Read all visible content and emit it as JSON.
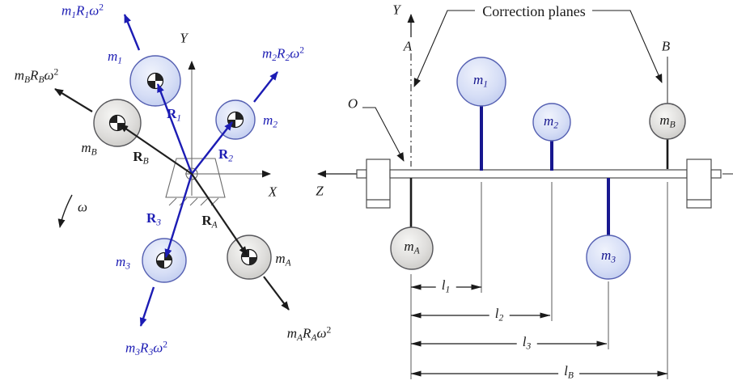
{
  "colors": {
    "accent_blue": "#1c1cb4",
    "stem_blue": "#17178f",
    "ink_black": "#1a1a1a",
    "ball_blue_fill": "#cdd7f4",
    "ball_blue_edge": "#5560b2",
    "ball_gray_fill": "#d9d8d4",
    "ball_gray_edge": "#56565a"
  },
  "left": {
    "axes": {
      "x": "X",
      "y": "Y"
    },
    "omega": "ω",
    "labels": {
      "force_m1": [
        [
          "i",
          "m"
        ],
        [
          "sub",
          "1"
        ],
        [
          "i",
          "R"
        ],
        [
          "sub",
          "1"
        ],
        [
          "i",
          "ω"
        ],
        [
          "sup",
          "2"
        ]
      ],
      "force_m2": [
        [
          "i",
          "m"
        ],
        [
          "sub",
          "2"
        ],
        [
          "i",
          "R"
        ],
        [
          "sub",
          "2"
        ],
        [
          "i",
          "ω"
        ],
        [
          "sup",
          "2"
        ]
      ],
      "force_m3": [
        [
          "i",
          "m"
        ],
        [
          "sub",
          "3"
        ],
        [
          "i",
          "R"
        ],
        [
          "sub",
          "3"
        ],
        [
          "i",
          "ω"
        ],
        [
          "sup",
          "2"
        ]
      ],
      "force_mA": [
        [
          "i",
          "m"
        ],
        [
          "sub",
          "A"
        ],
        [
          "i",
          "R"
        ],
        [
          "sub",
          "A"
        ],
        [
          "i",
          "ω"
        ],
        [
          "sup",
          "2"
        ]
      ],
      "force_mB": [
        [
          "i",
          "m"
        ],
        [
          "sub",
          "B"
        ],
        [
          "i",
          "R"
        ],
        [
          "sub",
          "B"
        ],
        [
          "i",
          "ω"
        ],
        [
          "sup",
          "2"
        ]
      ],
      "mass_m1": [
        [
          "i",
          "m"
        ],
        [
          "sub",
          "1"
        ]
      ],
      "mass_m2": [
        [
          "i",
          "m"
        ],
        [
          "sub",
          "2"
        ]
      ],
      "mass_m3": [
        [
          "i",
          "m"
        ],
        [
          "sub",
          "3"
        ]
      ],
      "mass_mA": [
        [
          "i",
          "m"
        ],
        [
          "sub",
          "A"
        ]
      ],
      "mass_mB": [
        [
          "i",
          "m"
        ],
        [
          "sub",
          "B"
        ]
      ],
      "vec_R1": [
        [
          "b",
          "R"
        ],
        [
          "sub",
          "1"
        ]
      ],
      "vec_R2": [
        [
          "b",
          "R"
        ],
        [
          "sub",
          "2"
        ]
      ],
      "vec_R3": [
        [
          "b",
          "R"
        ],
        [
          "sub",
          "3"
        ]
      ],
      "vec_RA": [
        [
          "b",
          "R"
        ],
        [
          "sub",
          "A"
        ]
      ],
      "vec_RB": [
        [
          "b",
          "R"
        ],
        [
          "sub",
          "B"
        ]
      ]
    }
  },
  "right": {
    "title": "Correction planes",
    "labels": {
      "axis_y": "Y",
      "axis_z": "Z",
      "plane_a": "A",
      "plane_b": "B",
      "origin": "O",
      "mass_m1": [
        [
          "i",
          "m"
        ],
        [
          "sub",
          "1"
        ]
      ],
      "mass_m2": [
        [
          "i",
          "m"
        ],
        [
          "sub",
          "2"
        ]
      ],
      "mass_m3": [
        [
          "i",
          "m"
        ],
        [
          "sub",
          "3"
        ]
      ],
      "mass_mA": [
        [
          "i",
          "m"
        ],
        [
          "sub",
          "A"
        ]
      ],
      "mass_mB": [
        [
          "i",
          "m"
        ],
        [
          "sub",
          "B"
        ]
      ],
      "dim_l1": [
        [
          "i",
          "l"
        ],
        [
          "sub",
          "1"
        ]
      ],
      "dim_l2": [
        [
          "i",
          "l"
        ],
        [
          "sub",
          "2"
        ]
      ],
      "dim_l3": [
        [
          "i",
          "l"
        ],
        [
          "sub",
          "3"
        ]
      ],
      "dim_lB": [
        [
          "i",
          "l"
        ],
        [
          "sub",
          "B"
        ]
      ]
    }
  }
}
